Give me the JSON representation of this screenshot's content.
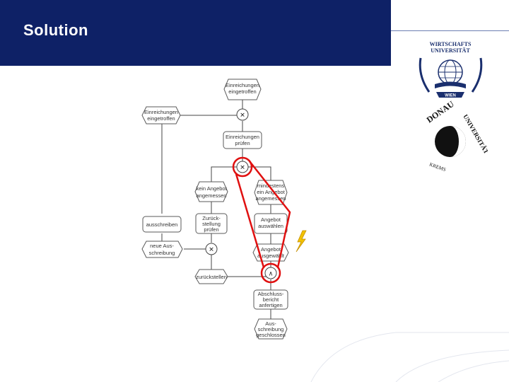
{
  "header": {
    "title": "Solution",
    "bg_color": "#0e2166"
  },
  "logos": {
    "wu": {
      "line1": "WIRTSCHAFTS",
      "line2": "UNIVERSITÄT",
      "ribbon": "WIEN"
    },
    "donau": {
      "text_top": "DONAU",
      "text_right": "UNIVERSITÄT",
      "text_bottom": "KREMS"
    }
  },
  "diagram": {
    "events": {
      "e1": [
        "Einreichungen",
        "eingetroffen"
      ],
      "e2": [
        "Einreichungen",
        "eingetroffen"
      ],
      "e3": [
        "kein Angebot",
        "angemessen"
      ],
      "e4": [
        "mindestens",
        "ein Angebot",
        "angemessen"
      ],
      "e5": [
        "neue Aus-",
        "schreibung"
      ],
      "e6": [
        "Angebot",
        "ausgewählt"
      ],
      "e7": [
        "Aus-",
        "schreibung",
        "geschlossen"
      ]
    },
    "functions": {
      "f1": [
        "Einreichungen",
        "prüfen"
      ],
      "f2": [
        "Zurück-",
        "stellung",
        "prüfen"
      ],
      "f3": [
        "Angebot",
        "auswählen"
      ],
      "f4": [
        "ausschreiben"
      ],
      "f5": [
        "zurückstellen"
      ],
      "f6": [
        "Abschluss-",
        "bericht",
        "anfertigen"
      ]
    },
    "connectors": {
      "xor_symbol": "✕",
      "and_symbol": "∧"
    },
    "highlight_color": "#e01010",
    "lightning_color": "#f2c200"
  }
}
